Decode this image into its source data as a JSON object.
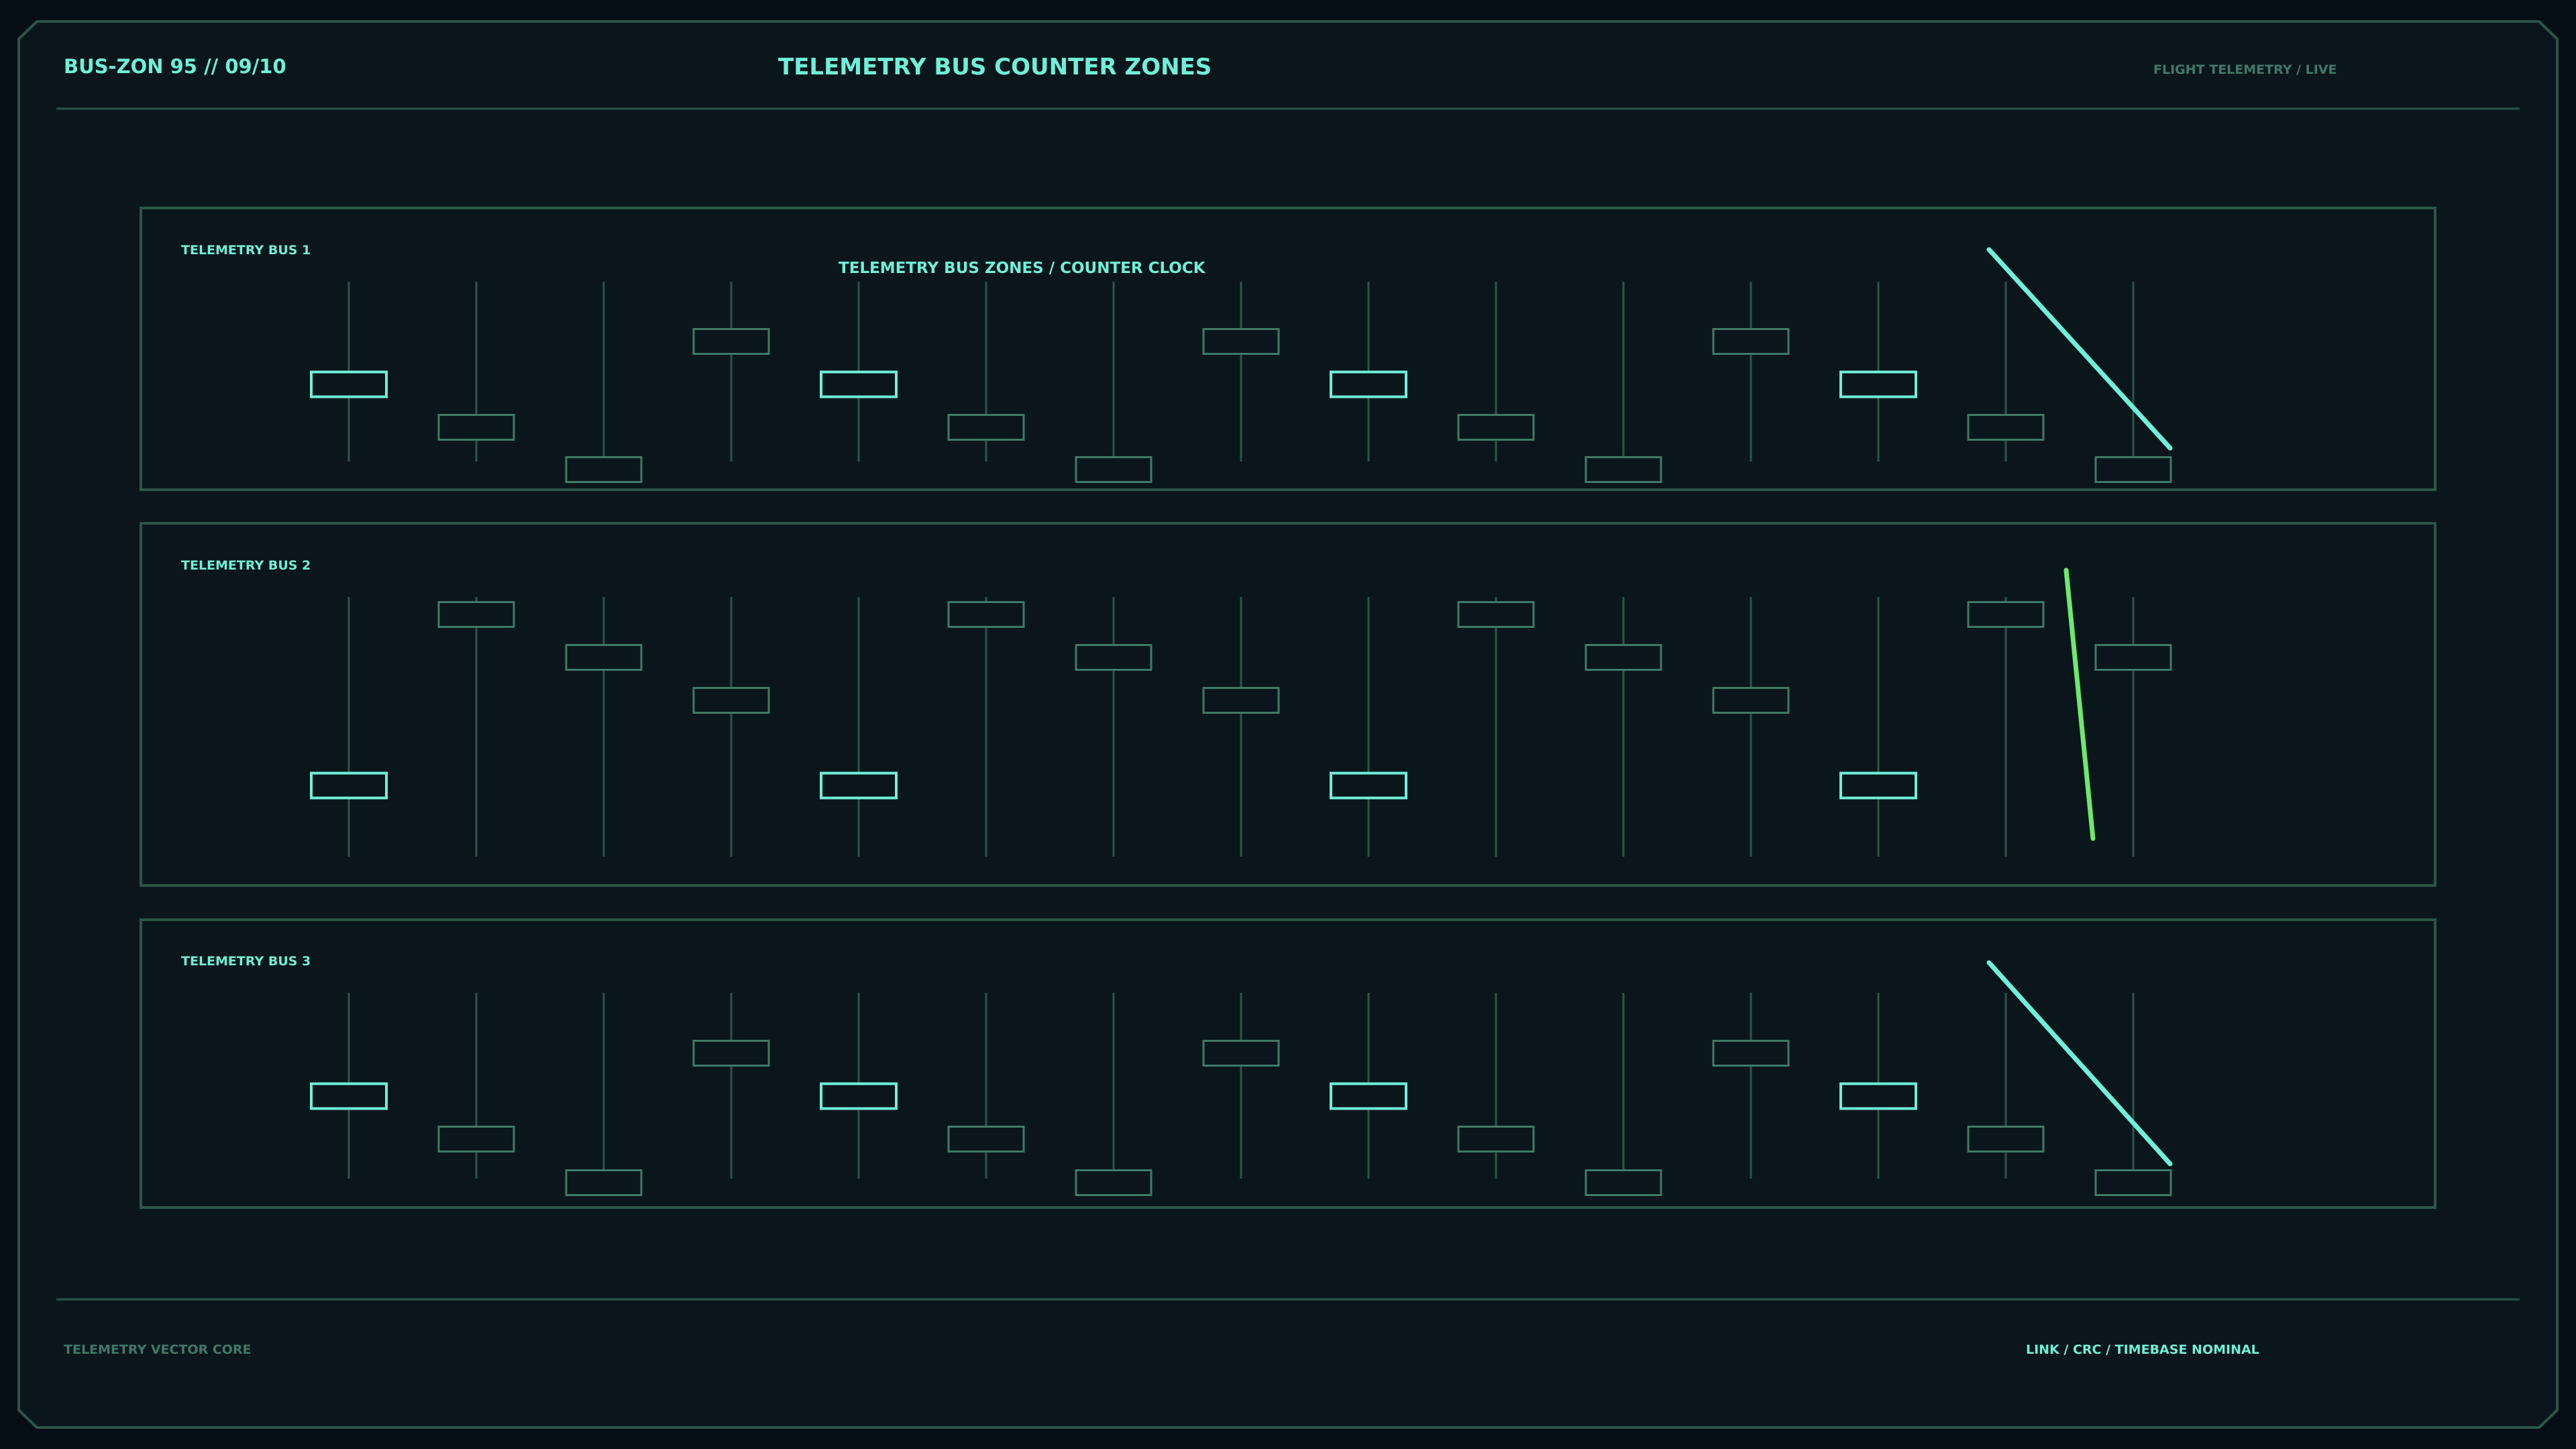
{
  "header": {
    "id_label": "BUS-ZON 95 // 09/10",
    "title": "TELEMETRY BUS COUNTER ZONES",
    "status": "FLIGHT TELEMETRY / LIVE"
  },
  "chart_label": "TELEMETRY BUS ZONES / COUNTER CLOCK",
  "footer": {
    "left": "TELEMETRY VECTOR CORE",
    "right": "LINK / CRC / TIMEBASE NOMINAL"
  },
  "colors": {
    "background": "#050e14",
    "frame_fill": "#0a161c",
    "frame_stroke": "#2c5548",
    "accent": "#6ff0d8",
    "dim": "#3f7a66",
    "green_hand": "#6ee86e"
  },
  "panels": [
    {
      "label": "TELEMETRY BUS 1",
      "levels": [
        2,
        1,
        0,
        3,
        2,
        1,
        0,
        3,
        2,
        1,
        0,
        3,
        2,
        1,
        0
      ],
      "accent_channels": [
        0,
        4,
        8,
        12
      ],
      "hand": "teal"
    },
    {
      "label": "TELEMETRY BUS 2",
      "levels": [
        0,
        4,
        3,
        2,
        0,
        4,
        3,
        2,
        0,
        4,
        3,
        2,
        0,
        4,
        3
      ],
      "accent_channels": [
        0,
        4,
        8,
        12
      ],
      "hand": "green"
    },
    {
      "label": "TELEMETRY BUS 3",
      "levels": [
        2,
        1,
        0,
        3,
        2,
        1,
        0,
        3,
        2,
        1,
        0,
        3,
        2,
        1,
        0
      ],
      "accent_channels": [
        0,
        4,
        8,
        12
      ],
      "hand": "teal"
    }
  ]
}
